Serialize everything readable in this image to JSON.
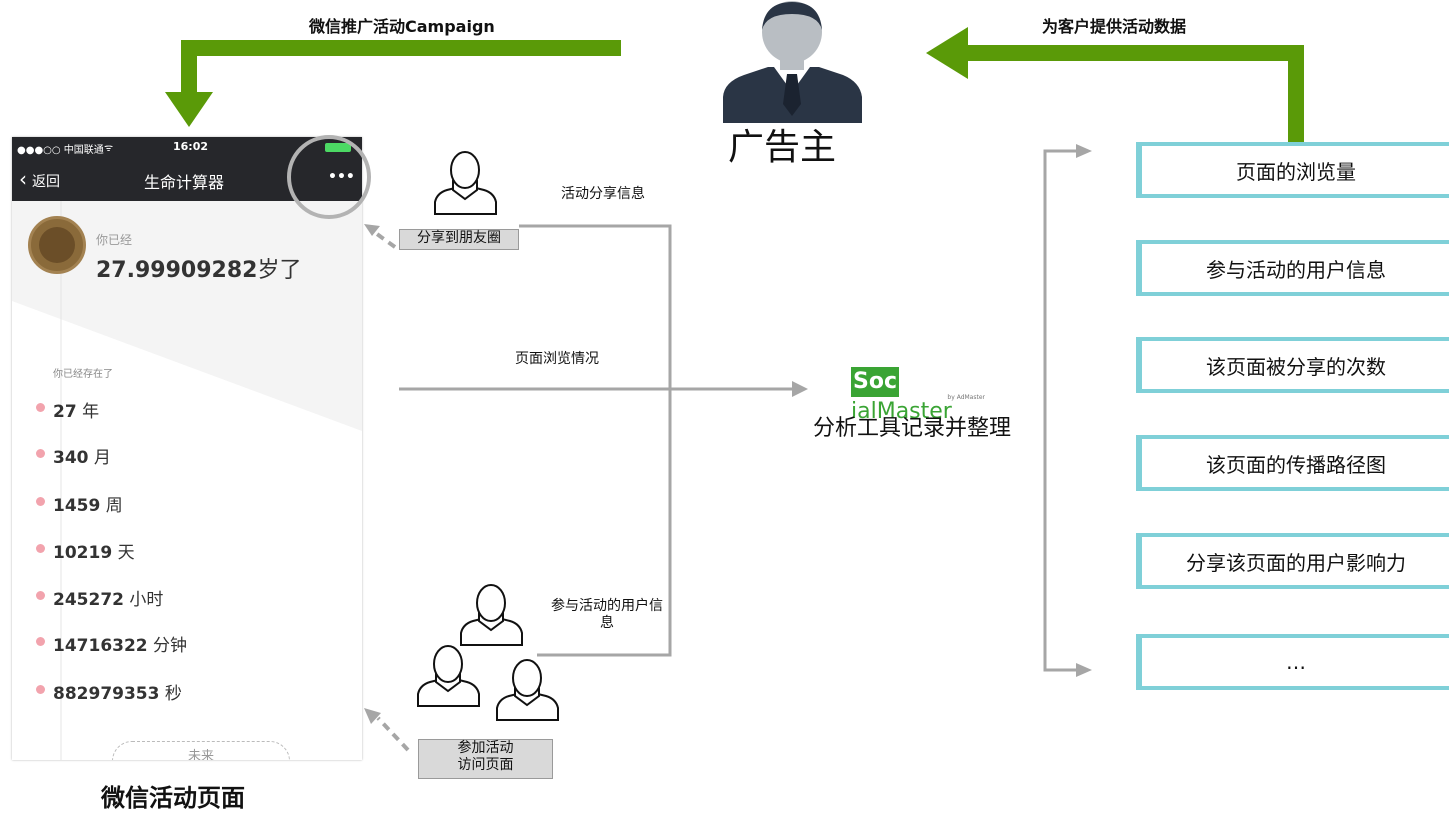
{
  "top_left_caption": "微信推广活动Campaign",
  "top_right_caption": "为客户提供活动数据",
  "advertiser_label": "广告主",
  "share_tag": "分享到朋友圈",
  "share_info_label": "活动分享信息",
  "browse_label": "页面浏览情况",
  "participant_info_label": "参与活动的用户信\n息",
  "join_tag_line1": "参加活动",
  "join_tag_line2": "访问页面",
  "tool": {
    "logo_part1": "Soc",
    "logo_part2": "ialMaster",
    "logo_sub": "by AdMaster",
    "caption": "分析工具记录并整理"
  },
  "outputs": [
    "页面的浏览量",
    "参与活动的用户信息",
    "该页面被分享的次数",
    "该页面的传播路径图",
    "分享该页面的用户影响力",
    "…"
  ],
  "phone_caption": "微信活动页面",
  "phone": {
    "carrier": "●●●○○ 中国联通",
    "time": "16:02",
    "back": "返回",
    "title": "生命计算器",
    "more": "•••",
    "you_already": "你已经",
    "age": "27.99909282",
    "age_unit": "岁了",
    "existed": "你已经存在了",
    "stats": [
      {
        "num": "27",
        "unit": "年"
      },
      {
        "num": "340",
        "unit": "月"
      },
      {
        "num": "1459",
        "unit": "周"
      },
      {
        "num": "10219",
        "unit": "天"
      },
      {
        "num": "245272",
        "unit": "小时"
      },
      {
        "num": "14716322",
        "unit": "分钟"
      },
      {
        "num": "882979353",
        "unit": "秒"
      }
    ],
    "bottom_partial": "未来"
  },
  "colors": {
    "green": "#5a9a08",
    "gray_line": "#a6a6a6",
    "box_border": "#7fd0d8",
    "logo_green": "#3aa434"
  }
}
